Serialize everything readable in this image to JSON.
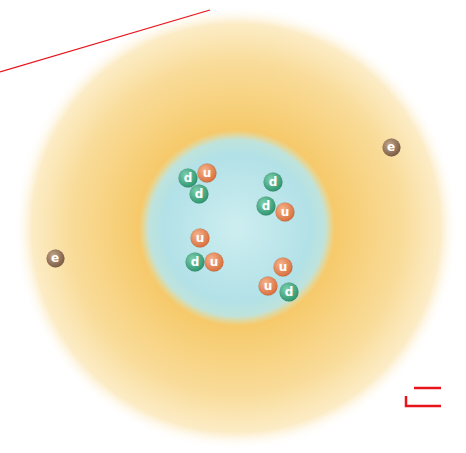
{
  "diagram": {
    "nodes": [
      {
        "text": [
          "e"
        ]
      },
      {
        "text": [
          "d"
        ]
      },
      {
        "text": [
          "u"
        ]
      },
      {
        "text": [
          "d"
        ]
      },
      {
        "text": [
          "d"
        ]
      },
      {
        "text": [
          "d"
        ]
      },
      {
        "text": [
          "u"
        ]
      },
      {
        "text": [
          "e"
        ]
      },
      {
        "text": [
          "u"
        ]
      },
      {
        "text": [
          "d"
        ]
      },
      {
        "text": [
          "u"
        ]
      },
      {
        "text": [
          "u"
        ]
      },
      {
        "text": [
          "u"
        ]
      },
      {
        "text": [
          "d"
        ]
      }
    ]
  }
}
